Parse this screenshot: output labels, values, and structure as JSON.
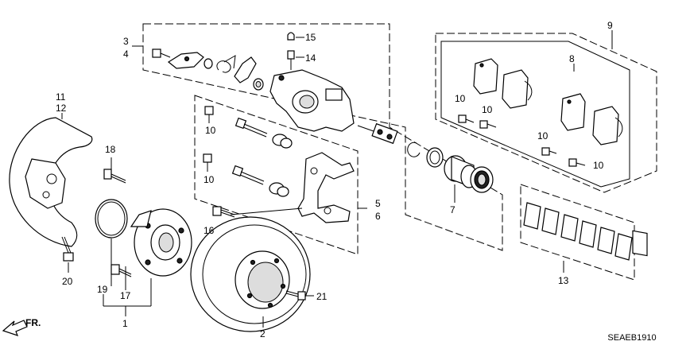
{
  "diagram": {
    "code": "SEAEB1910",
    "direction_label": "FR.",
    "callouts": {
      "p1": "1",
      "p2": "2",
      "p3": "3",
      "p4": "4",
      "p5": "5",
      "p6": "6",
      "p7": "7",
      "p8": "8",
      "p9": "9",
      "p10a": "10",
      "p10b": "10",
      "p10c": "10",
      "p10d": "10",
      "p10e": "10",
      "p10f": "10",
      "p11": "11",
      "p12": "12",
      "p13": "13",
      "p14": "14",
      "p15": "15",
      "p16": "16",
      "p17": "17",
      "p18": "18",
      "p19": "19",
      "p20": "20",
      "p21": "21"
    }
  }
}
